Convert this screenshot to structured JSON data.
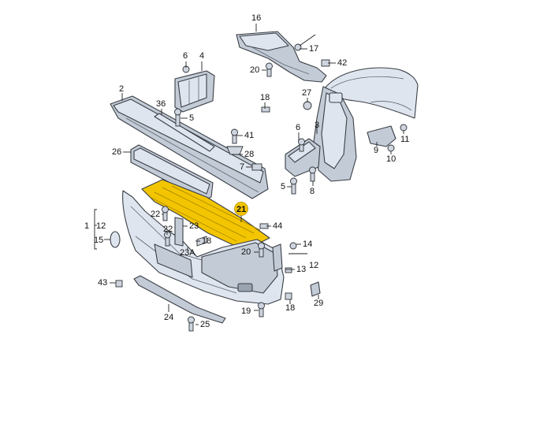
{
  "diagram": {
    "highlight_color": "#f2c500",
    "part_colors": {
      "light": "#dfe5ee",
      "mid": "#c3cbd6",
      "dark": "#9aa4b1",
      "highlight": "#f2c500"
    },
    "callouts": {
      "c1": "1",
      "c2": "2",
      "c3": "3",
      "c4": "4",
      "c5a": "5",
      "c5b": "5",
      "c6a": "6",
      "c6b": "6",
      "c7": "7",
      "c8": "8",
      "c9": "9",
      "c10": "10",
      "c11": "11",
      "c12a": "12",
      "c12b": "12",
      "c13": "13",
      "c14": "14",
      "c15": "15",
      "c16": "16",
      "c17": "17",
      "c18a": "18",
      "c18b": "18",
      "c18c": "18",
      "c19": "19",
      "c20a": "20",
      "c20b": "20",
      "c21": "21",
      "c22a": "22",
      "c22b": "22",
      "c23": "23",
      "c23a": "23A",
      "c24": "24",
      "c25": "25",
      "c26": "26",
      "c27": "27",
      "c28": "28",
      "c29": "29",
      "c36": "36",
      "c41": "41",
      "c42": "42",
      "c43": "43",
      "c44": "44"
    }
  }
}
